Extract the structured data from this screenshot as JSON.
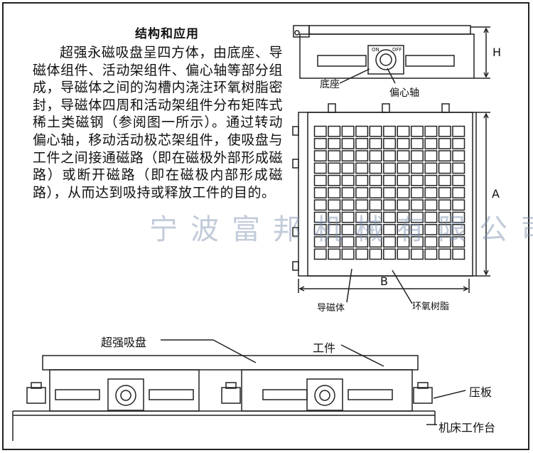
{
  "title": "结构和应用",
  "description": "超强永磁吸盘呈四方体，由底座、导磁体组件、活动架组件、偏心轴等部分组成，导磁体之间的沟槽内浇注环氧树脂密封，导磁体四周和活动架组件分布矩阵式稀土类磁钢（参阅图一所示）。通过转动偏心轴，移动活动极芯架组件，使吸盘与工件之间接通磁路（即在磁极外部形成磁路）或断开磁路（即在磁极内部形成磁路），从而达到吸持或释放工件的目的。",
  "watermark": "宁波富邦机械有限公司",
  "side_view": {
    "label_base": "底座",
    "label_shaft": "偏心轴",
    "dim_h": "H",
    "knob_on": "ON",
    "knob_off": "OFF"
  },
  "top_view": {
    "dim_a": "A",
    "dim_b": "B",
    "label_pole": "导磁体",
    "label_epoxy": "环氧树脂",
    "grid_rows": 11,
    "grid_cols": 11
  },
  "application": {
    "label_chuck": "超强吸盘",
    "label_workpiece": "工件",
    "label_clamp": "压板",
    "label_table": "机床工作台"
  },
  "colors": {
    "line": "#222222",
    "watermark": "#7a8caa"
  }
}
